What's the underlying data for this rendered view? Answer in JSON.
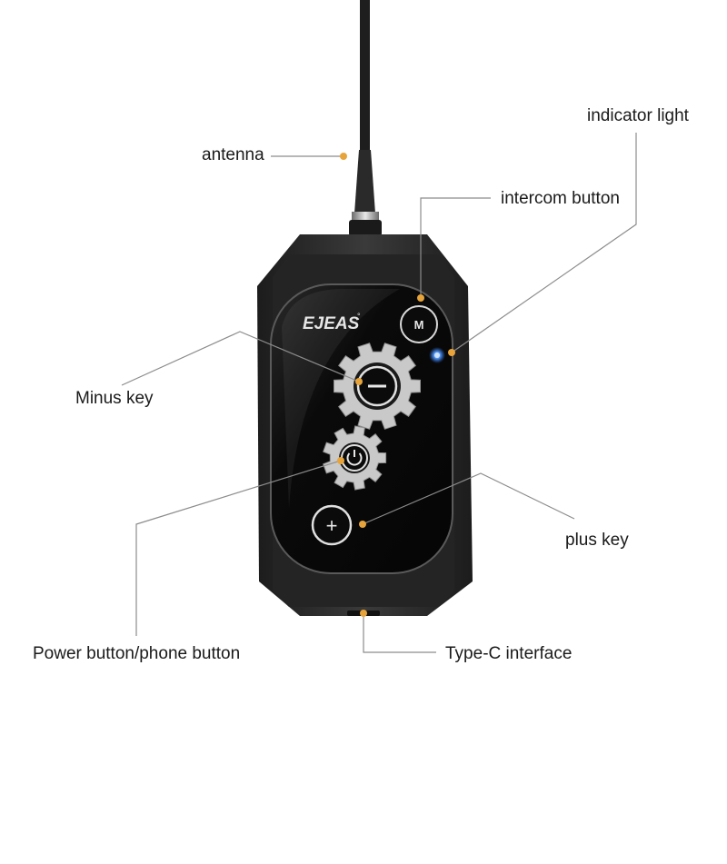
{
  "brand": {
    "logo_text": "EJEAS",
    "trademark": "°"
  },
  "callouts": {
    "antenna": "antenna",
    "indicator_light": "indicator light",
    "intercom_button": "intercom button",
    "minus_key": "Minus key",
    "plus_key": "plus key",
    "power_button": "Power button/phone button",
    "typec_interface": "Type-C interface"
  },
  "buttons": {
    "intercom_glyph": "M",
    "plus_glyph": "+"
  },
  "colors": {
    "leader_line": "#8c8c8c",
    "leader_dot": "#e7a43a",
    "indicator_led": "#2f7bff",
    "device_body": "#2a2a2a",
    "device_face": "#0e0e0e",
    "gear": "#c9c9c9"
  },
  "icons": {
    "power": "power-icon",
    "minus": "minus-icon",
    "gear": "gear-icon"
  }
}
